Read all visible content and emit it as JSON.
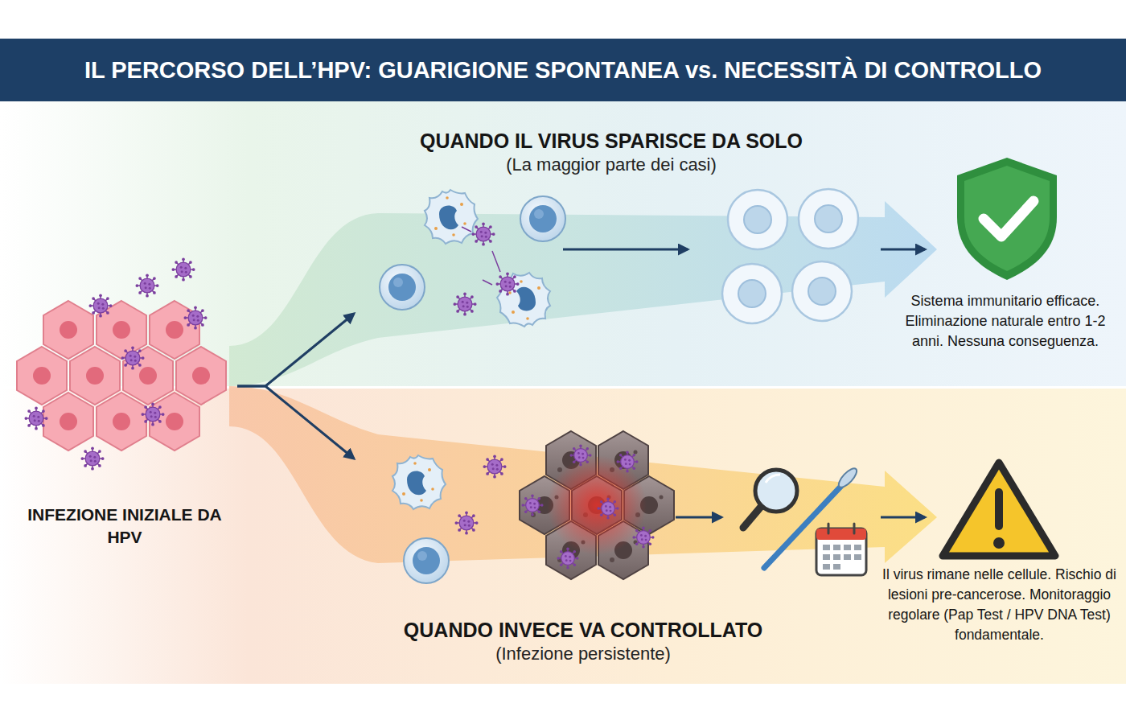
{
  "diagram": {
    "title": "IL PERCORSO DELL’HPV: GUARIGIONE SPONTANEA vs. NECESSITÀ DI CONTROLLO",
    "nodes": [
      {
        "text": [
          "INFEZIONE INIZIALE DA HPV"
        ]
      },
      {
        "text": [
          "QUANDO IL VIRUS SPARISCE DA SOLO",
          "(La maggior parte dei casi)"
        ]
      },
      {
        "text": [
          "Sistema immunitario efficace. Eliminazione naturale entro 1-2 anni. Nessuna conseguenza."
        ],
        "in": 1
      },
      {
        "text": [
          "QUANDO INVECE VA CONTROLLATO",
          "(Infezione persistente)"
        ]
      },
      {
        "text": [
          "Il virus rimane nelle cellule. Rischio di lesioni pre-cancerose. Monitoraggio regolare (Pap Test / HPV DNA Test) fondamentale."
        ],
        "in": 3
      }
    ],
    "edges": [
      {
        "from": 0,
        "to": 1,
        "arrow": "to"
      },
      {
        "from": 0,
        "to": 3,
        "arrow": "to"
      }
    ]
  }
}
